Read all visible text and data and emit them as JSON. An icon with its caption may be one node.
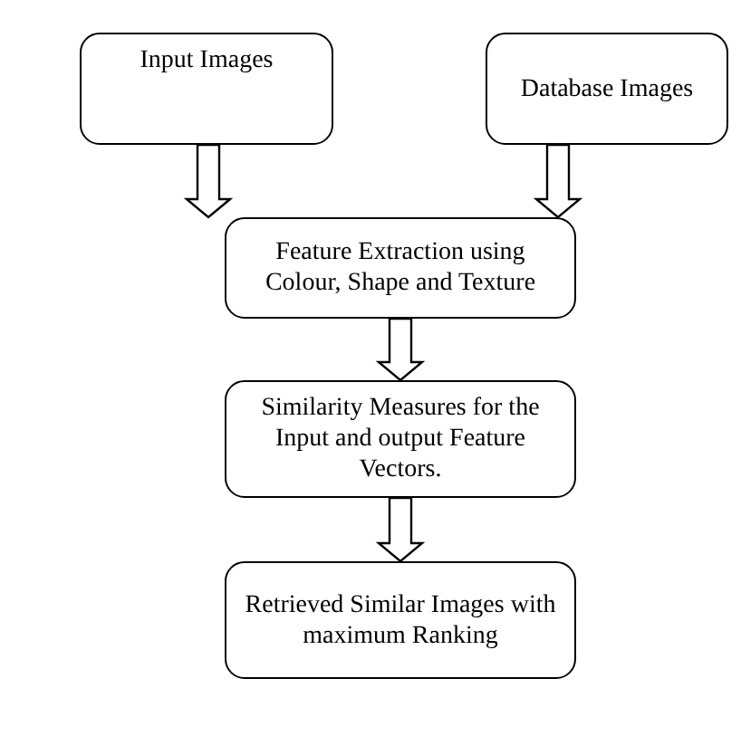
{
  "diagram": {
    "nodes": [
      {
        "text": [
          "Input Images"
        ]
      },
      {
        "text": [
          "Database Images"
        ]
      },
      {
        "text": [
          "Feature Extraction using Colour, Shape and Texture"
        ]
      },
      {
        "text": [
          "Similarity Measures for the Input and output Feature Vectors."
        ]
      },
      {
        "text": [
          "Retrieved Similar Images with maximum Ranking"
        ]
      }
    ],
    "edges": [
      {
        "from": 0,
        "to": 2,
        "arrow": "to"
      },
      {
        "from": 1,
        "to": 2,
        "arrow": "to"
      },
      {
        "from": 2,
        "to": 3,
        "arrow": "to"
      },
      {
        "from": 3,
        "to": 4,
        "arrow": "to"
      }
    ]
  }
}
